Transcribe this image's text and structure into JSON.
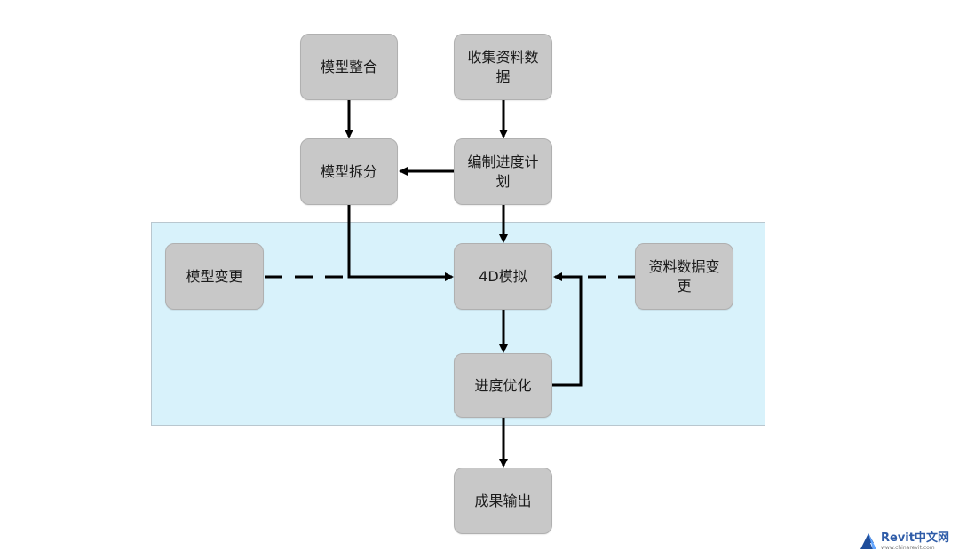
{
  "diagram": {
    "nodes": {
      "model_integration": "模型整合",
      "collect_data": "收集资料数据",
      "model_split": "模型拆分",
      "schedule_plan": "编制进度计划",
      "model_change": "模型变更",
      "simulation_4d": "4D模拟",
      "data_change": "资料数据变更",
      "schedule_optimize": "进度优化",
      "result_output": "成果输出"
    },
    "colors": {
      "node_fill": "#c8c8c8",
      "region_fill": "#d8f2fb",
      "connector": "#000000"
    }
  },
  "watermark": {
    "title": "Revit中文网",
    "url": "www.chinarevit.com"
  }
}
